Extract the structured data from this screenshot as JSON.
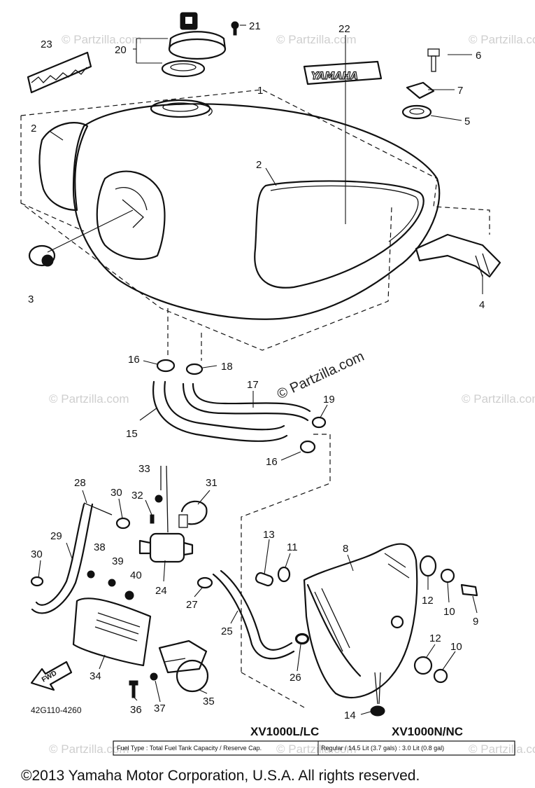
{
  "watermark": {
    "text": "© Partzilla.com"
  },
  "callouts": [
    {
      "id": "c23",
      "label": "23"
    },
    {
      "id": "c20",
      "label": "20"
    },
    {
      "id": "c21",
      "label": "21"
    },
    {
      "id": "c22",
      "label": "22"
    },
    {
      "id": "c6",
      "label": "6"
    },
    {
      "id": "c7",
      "label": "7"
    },
    {
      "id": "c5",
      "label": "5"
    },
    {
      "id": "c1",
      "label": "1"
    },
    {
      "id": "c2a",
      "label": "2"
    },
    {
      "id": "c2b",
      "label": "2"
    },
    {
      "id": "c3",
      "label": "3"
    },
    {
      "id": "c4",
      "label": "4"
    },
    {
      "id": "c16a",
      "label": "16"
    },
    {
      "id": "c18",
      "label": "18"
    },
    {
      "id": "c17",
      "label": "17"
    },
    {
      "id": "c15",
      "label": "15"
    },
    {
      "id": "c19",
      "label": "19"
    },
    {
      "id": "c16b",
      "label": "16"
    },
    {
      "id": "c28",
      "label": "28"
    },
    {
      "id": "c33",
      "label": "33"
    },
    {
      "id": "c30a",
      "label": "30"
    },
    {
      "id": "c32",
      "label": "32"
    },
    {
      "id": "c31",
      "label": "31"
    },
    {
      "id": "c29",
      "label": "29"
    },
    {
      "id": "c30b",
      "label": "30"
    },
    {
      "id": "c38",
      "label": "38"
    },
    {
      "id": "c39",
      "label": "39"
    },
    {
      "id": "c40",
      "label": "40"
    },
    {
      "id": "c24",
      "label": "24"
    },
    {
      "id": "c27",
      "label": "27"
    },
    {
      "id": "c13",
      "label": "13"
    },
    {
      "id": "c11",
      "label": "11"
    },
    {
      "id": "c8",
      "label": "8"
    },
    {
      "id": "c12a",
      "label": "12"
    },
    {
      "id": "c10a",
      "label": "10"
    },
    {
      "id": "c9",
      "label": "9"
    },
    {
      "id": "c25",
      "label": "25"
    },
    {
      "id": "c12b",
      "label": "12"
    },
    {
      "id": "c10b",
      "label": "10"
    },
    {
      "id": "c34",
      "label": "34"
    },
    {
      "id": "c26",
      "label": "26"
    },
    {
      "id": "c36",
      "label": "36"
    },
    {
      "id": "c37",
      "label": "37"
    },
    {
      "id": "c35",
      "label": "35"
    },
    {
      "id": "c14",
      "label": "14"
    }
  ],
  "badge_text": "YAMAHA",
  "fwd_label": "FWD",
  "diagram_code": "42G110-4260",
  "models": {
    "left": "XV1000L/LC",
    "right": "XV1000N/NC"
  },
  "fuel_table": {
    "header": "Fuel Type : Total Fuel Tank Capacity / Reserve Cap.",
    "value": "Regular / 14.5 Lit (3.7 gals) : 3.0 Lit (0.8 gal)"
  },
  "copyright": "©2013  Yamaha Motor Corporation, U.S.A. All rights reserved."
}
